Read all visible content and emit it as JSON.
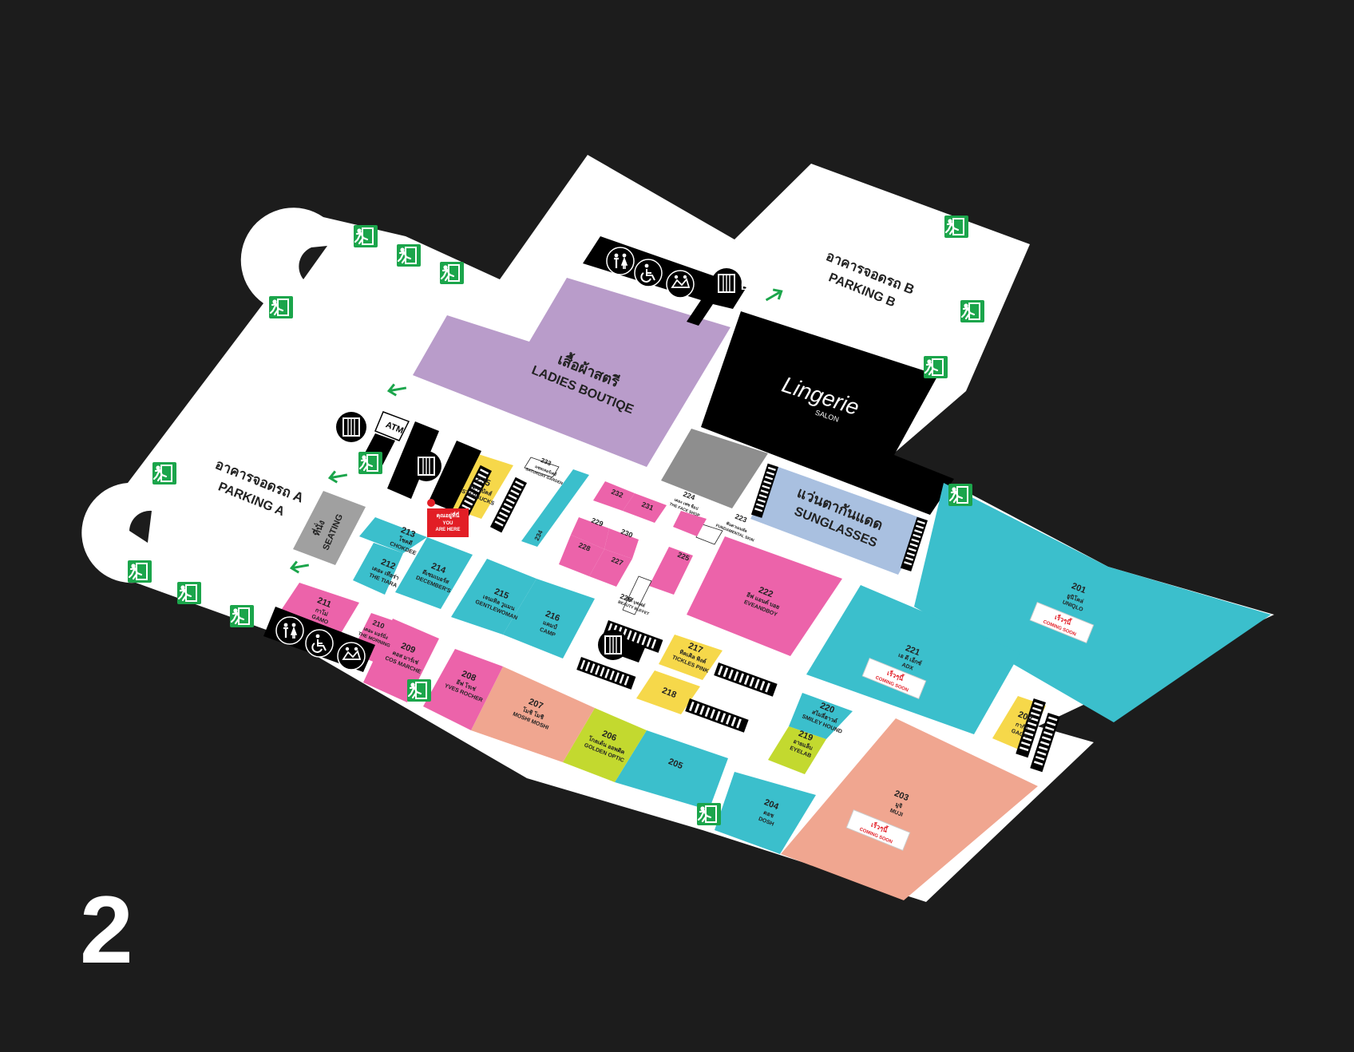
{
  "floor": {
    "number": "2"
  },
  "colors": {
    "background": "#1c1c1c",
    "floor": "#ffffff",
    "cyan": "#3bbfcc",
    "pink": "#ec63aa",
    "purple": "#b99cca",
    "salmon": "#f0a690",
    "yellow": "#f6d84a",
    "lime": "#c3d92f",
    "black": "#000000",
    "grey": "#8e8e8e",
    "blue": "#a9c0e0",
    "exit": "#1ba54b",
    "arrow": "#1ba54b",
    "red": "#e21e26"
  },
  "you_are_here": {
    "th": "คุณอยู่ที่นี่",
    "line1": "YOU",
    "line2": "ARE HERE"
  },
  "coming_soon": {
    "th": "เร็วๆนี้",
    "en": "COMING SOON"
  },
  "labels": {
    "parking_a": {
      "th": "อาคารจอดรถ A",
      "en": "PARKING A"
    },
    "parking_b": {
      "th": "อาคารจอดรถ B",
      "en": "PARKING B"
    },
    "ladies": {
      "th": "เสื้อผ้าสตรี",
      "en": "LADIES BOUTIQE"
    },
    "sunglasses": {
      "th": "แว่นตากันแดด",
      "en": "SUNGLASSES"
    },
    "seating": {
      "th": "ที่นั่ง",
      "en": "SEATING"
    },
    "lingerie": {
      "script": "Lingerie",
      "sub": "SALON"
    },
    "atm": "ATM",
    "lift_a": "A",
    "lift_b": "B"
  },
  "units": [
    {
      "num": "201",
      "th": "ยูนิโคล่",
      "en": "UNIQLO",
      "color": "cyan",
      "soon": true
    },
    {
      "num": "202",
      "th": "กาก้า",
      "en": "GAGA",
      "color": "yellow"
    },
    {
      "num": "203",
      "th": "มูจิ",
      "en": "MUJI",
      "color": "salmon",
      "soon": true
    },
    {
      "num": "204",
      "th": "ดอช",
      "en": "DOSH",
      "color": "cyan"
    },
    {
      "num": "205",
      "color": "cyan"
    },
    {
      "num": "206",
      "th": "โกลเด้น ออพติค",
      "en": "GOLDEN OPTIC",
      "color": "lime"
    },
    {
      "num": "207",
      "th": "โมชิ โมชิ",
      "en": "MOSHI MOSHI",
      "color": "salmon"
    },
    {
      "num": "208",
      "th": "อีฟ โรเช่",
      "en": "YVES ROCHER",
      "color": "pink"
    },
    {
      "num": "209",
      "th": "คอส มาร์เช่",
      "en": "COS MARCHE",
      "color": "pink"
    },
    {
      "num": "210",
      "th": "เดอะ มอร์นิ่ง",
      "en": "THE MORNING",
      "color": "pink"
    },
    {
      "num": "211",
      "th": "กาโม่",
      "en": "GAMO",
      "color": "pink"
    },
    {
      "num": "212",
      "th": "เดอะ เทียร่า",
      "en": "THE TIARA",
      "color": "cyan"
    },
    {
      "num": "213",
      "th": "โชคดี",
      "en": "CHOKDEE",
      "color": "cyan"
    },
    {
      "num": "214",
      "th": "ดีเซมเบอร์ส",
      "en": "DECEMBER'S",
      "color": "cyan"
    },
    {
      "num": "215",
      "th": "เจนเทิล วูแมน",
      "en": "GENTLEWOMAN",
      "color": "cyan"
    },
    {
      "num": "216",
      "th": "แคมป์",
      "en": "CAMP",
      "color": "cyan"
    },
    {
      "num": "217",
      "th": "ทิคเคิล พิงค์",
      "en": "TICKLES PINK",
      "color": "yellow"
    },
    {
      "num": "218",
      "color": "yellow"
    },
    {
      "num": "219",
      "th": "อายแล็บ",
      "en": "EYELAB",
      "color": "lime"
    },
    {
      "num": "220",
      "th": "สไมลี่ฮาวด์",
      "en": "SMILEY HOUND",
      "color": "cyan"
    },
    {
      "num": "221",
      "th": "เอ ดี เอ็กซ์",
      "en": "ADX",
      "color": "cyan",
      "soon": true
    },
    {
      "num": "222",
      "th": "อีฟ แอนด์ บอย",
      "en": "EVEANDBOY",
      "color": "pink"
    },
    {
      "num": "223",
      "th": "ฟันดาเมนทัล",
      "en": "FUNDAMENTAL SKIN",
      "color": "pink"
    },
    {
      "num": "224",
      "th": "เดอะ เฟซ ช็อป",
      "en": "THE FACE SHOP",
      "color": "pink"
    },
    {
      "num": "225",
      "color": "pink"
    },
    {
      "num": "226",
      "th": "บิวตี้ บุฟเฟ่ต์",
      "en": "BEAUTY BUFFET",
      "color": "pink"
    },
    {
      "num": "227",
      "color": "pink"
    },
    {
      "num": "228",
      "color": "pink"
    },
    {
      "num": "229",
      "color": "pink"
    },
    {
      "num": "230",
      "color": "pink"
    },
    {
      "num": "231",
      "color": "pink"
    },
    {
      "num": "232",
      "color": "pink"
    },
    {
      "num": "233",
      "th": "แซทเทอร์เดย์",
      "en": "SATURDAY GARDEN",
      "color": "pink"
    },
    {
      "num": "234",
      "color": "cyan"
    },
    {
      "num": "235",
      "th": "สตาร์บัคส์",
      "en": "STARBUCKS",
      "color": "yellow"
    }
  ]
}
